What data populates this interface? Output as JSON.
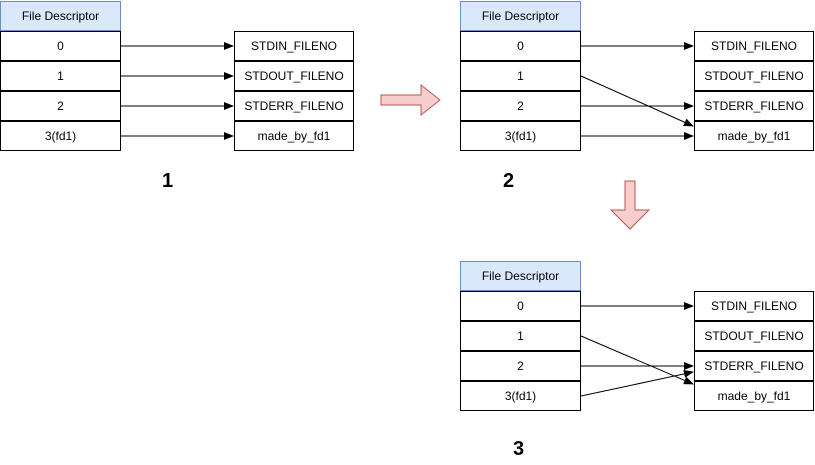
{
  "header": "File Descriptor",
  "descriptors": [
    "0",
    "1",
    "2",
    "3(fd1)"
  ],
  "targets": [
    "STDIN_FILENO",
    "STDOUT_FILENO",
    "STDERR_FILENO",
    "made_by_fd1"
  ],
  "steps": [
    {
      "label": "1",
      "links": [
        [
          0,
          0
        ],
        [
          1,
          1
        ],
        [
          2,
          2
        ],
        [
          3,
          3
        ]
      ]
    },
    {
      "label": "2",
      "links": [
        [
          0,
          0
        ],
        [
          1,
          3
        ],
        [
          2,
          2
        ],
        [
          3,
          3
        ]
      ]
    },
    {
      "label": "3",
      "links": [
        [
          0,
          0
        ],
        [
          1,
          3
        ],
        [
          2,
          2
        ],
        [
          3,
          2
        ]
      ]
    }
  ],
  "colors": {
    "header_fill": "#dae8fc",
    "header_border": "#6c8ebf",
    "arrow_fill": "#f8cecc",
    "arrow_border": "#b85450"
  }
}
